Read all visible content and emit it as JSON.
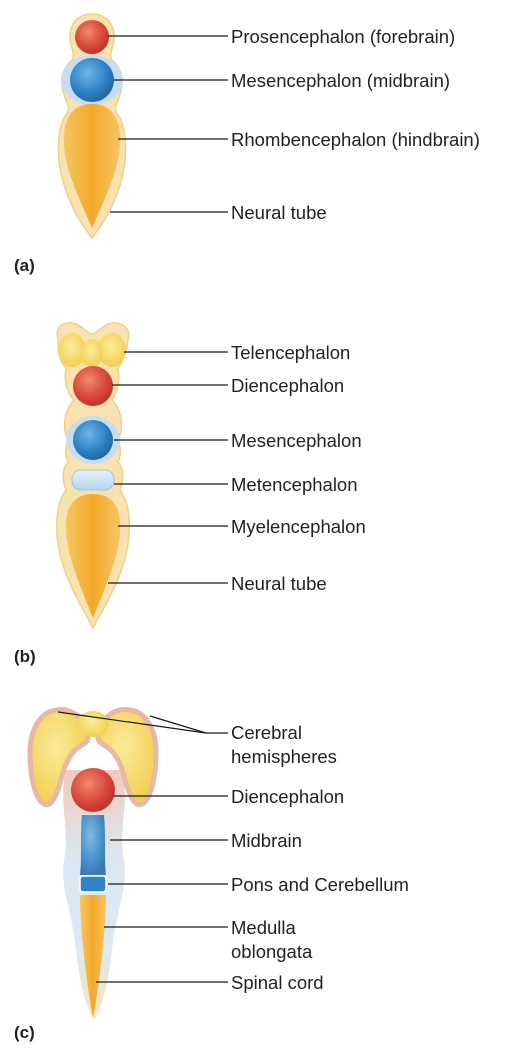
{
  "panel_a": {
    "tag": "(a)",
    "labels": [
      "Prosencephalon (forebrain)",
      "Mesencephalon (midbrain)",
      "Rhombencephalon (hindbrain)",
      "Neural tube"
    ]
  },
  "panel_b": {
    "tag": "(b)",
    "labels": [
      "Telencephalon",
      "Diencephalon",
      "Mesencephalon",
      "Metencephalon",
      "Myelencephalon",
      "Neural tube"
    ]
  },
  "panel_c": {
    "tag": "(c)",
    "labels": [
      "Cerebral",
      "hemispheres",
      "Diencephalon",
      "Midbrain",
      "Pons and Cerebellum",
      "Medulla",
      "oblongata",
      "Spinal cord"
    ]
  },
  "colors": {
    "forebrain": "#e0574a",
    "midbrain": "#3b8fd0",
    "hindbrain": "#f5b63e",
    "telencephalon": "#f7d65a",
    "metencephalon": "#c9e2f3",
    "tube_outline": "#f3d99a"
  }
}
